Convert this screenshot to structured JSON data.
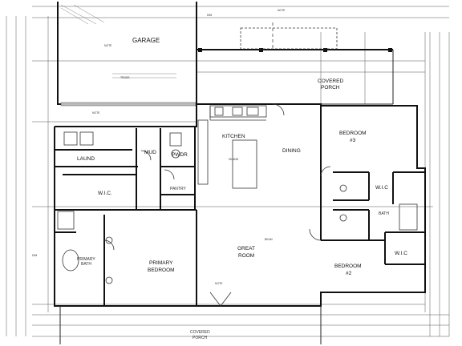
{
  "rooms": {
    "garage": "GARAGE",
    "covered_porch_top_line1": "COVERED",
    "covered_porch_top_line2": "PORCH",
    "kitchen": "KITCHEN",
    "dining": "DINING",
    "bedroom3_line1": "BEDROOM",
    "bedroom3_line2": "#3",
    "laund": "LAUND",
    "mud": "MUD",
    "pwdr": "PWDR",
    "wic_primary": "W.I.C.",
    "pantry": "PANTRY",
    "wic_right_top": "W.I.C",
    "bath_right": "BATH",
    "wic_right_bottom": "W.I.C",
    "primary_bath_line1": "PRIMARY",
    "primary_bath_line2": "BATH",
    "primary_bedroom_line1": "PRIMARY",
    "primary_bedroom_line2": "BEDROOM",
    "great_room_line1": "GREAT",
    "great_room_line2": "ROOM",
    "bedroom2_line1": "BEDROOM",
    "bedroom2_line2": "#2",
    "covered_porch_bottom_line1": "COVERED",
    "covered_porch_bottom_line2": "PORCH"
  },
  "colors": {
    "wall": "#111111",
    "background": "#ffffff",
    "dimension": "#555555"
  }
}
